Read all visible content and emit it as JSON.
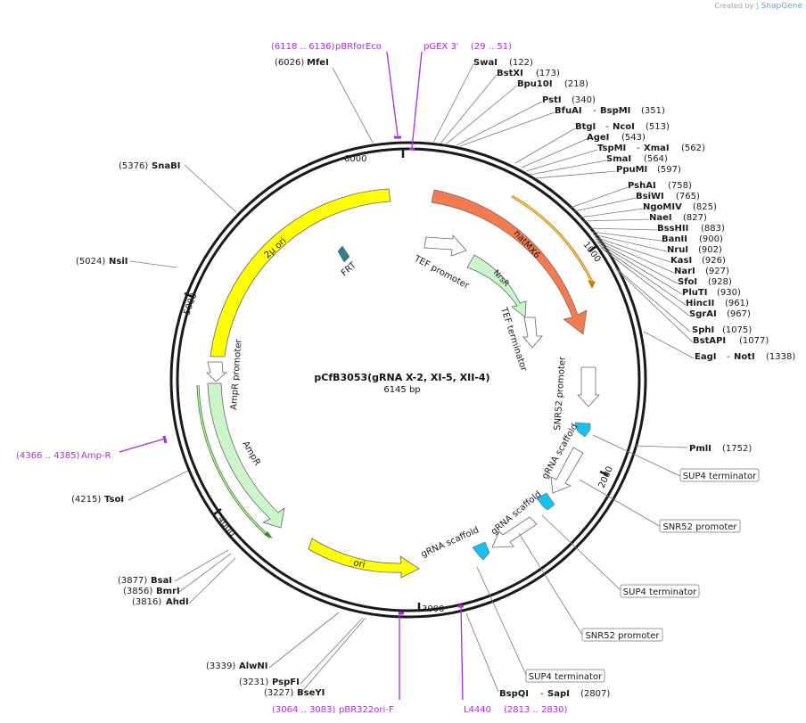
{
  "credit": {
    "prefix": "Created by",
    "brand": "SnapGene"
  },
  "plasmid": {
    "name": "pCfB3053(gRNA X-2, XI-5, XII-4)",
    "length_label": "6145 bp",
    "length": 6145
  },
  "ticks": [
    {
      "pos": 6000,
      "label": "6000"
    },
    {
      "pos": 1000,
      "label": "1000"
    },
    {
      "pos": 2000,
      "label": "2000"
    },
    {
      "pos": 3000,
      "label": "3000"
    },
    {
      "pos": 4000,
      "label": "4000"
    },
    {
      "pos": 5000,
      "label": "5000"
    }
  ],
  "sites": [
    {
      "name": "MfeI",
      "pos": "(6026)"
    },
    {
      "name": "SwaI",
      "pos": "(122)"
    },
    {
      "name": "BstXI",
      "pos": "(173)"
    },
    {
      "name": "Bpu10I",
      "pos": "(218)"
    },
    {
      "name": "PstI",
      "pos": "(340)"
    },
    {
      "name": "BfuAI",
      "name2": "BspMI",
      "pos": "(351)"
    },
    {
      "name": "BtgI",
      "name2": "NcoI",
      "pos": "(513)"
    },
    {
      "name": "AgeI",
      "pos": "(543)"
    },
    {
      "name": "TspMI",
      "name2": "XmaI",
      "pos": "(562)"
    },
    {
      "name": "SmaI",
      "pos": "(564)"
    },
    {
      "name": "PpuMI",
      "pos": "(597)"
    },
    {
      "name": "PshAI",
      "pos": "(758)"
    },
    {
      "name": "BsiWI",
      "pos": "(765)"
    },
    {
      "name": "NgoMIV",
      "pos": "(825)"
    },
    {
      "name": "NaeI",
      "pos": "(827)"
    },
    {
      "name": "BssHII",
      "pos": "(883)"
    },
    {
      "name": "BanII",
      "pos": "(900)"
    },
    {
      "name": "NruI",
      "pos": "(902)"
    },
    {
      "name": "KasI",
      "pos": "(926)"
    },
    {
      "name": "NarI",
      "pos": "(927)"
    },
    {
      "name": "SfoI",
      "pos": "(928)"
    },
    {
      "name": "PluTI",
      "pos": "(930)"
    },
    {
      "name": "HincII",
      "pos": "(961)"
    },
    {
      "name": "SgrAI",
      "pos": "(967)"
    },
    {
      "name": "SphI",
      "pos": "(1075)"
    },
    {
      "name": "BstAPI",
      "pos": "(1077)"
    },
    {
      "name": "EagI",
      "name2": "NotI",
      "pos": "(1338)"
    },
    {
      "name": "PmlI",
      "pos": "(1752)"
    },
    {
      "name": "BspQI",
      "name2": "SapI",
      "pos": "(2807)"
    },
    {
      "name": "BseYI",
      "pos": "(3227)"
    },
    {
      "name": "PspFI",
      "pos": "(3231)"
    },
    {
      "name": "AlwNI",
      "pos": "(3339)"
    },
    {
      "name": "AhdI",
      "pos": "(3816)"
    },
    {
      "name": "BmrI",
      "pos": "(3856)"
    },
    {
      "name": "BsaI",
      "pos": "(3877)"
    },
    {
      "name": "TsoI",
      "pos": "(4215)"
    },
    {
      "name": "NsiI",
      "pos": "(5024)"
    },
    {
      "name": "SnaBI",
      "pos": "(5376)"
    }
  ],
  "primers": [
    {
      "name": "pBRforEco",
      "range": "(6118 .. 6136)"
    },
    {
      "name": "pGEX 3'",
      "range": "(29 .. 51)"
    },
    {
      "name": "Amp-R",
      "range": "(4366 .. 4385)"
    },
    {
      "name": "pBR322ori-F",
      "range": "(3064 .. 3083)"
    },
    {
      "name": "L4440",
      "range": "(2813 .. 2830)"
    }
  ],
  "terminators": [
    {
      "label": "SUP4 terminator"
    },
    {
      "label": "SNR52 promoter"
    },
    {
      "label": "SUP4 terminator"
    },
    {
      "label": "SNR52 promoter"
    },
    {
      "label": "SUP4 terminator"
    }
  ],
  "features": [
    {
      "label": "natMX6"
    },
    {
      "label": "TEF promoter"
    },
    {
      "label": "NrsR"
    },
    {
      "label": "TEF terminator"
    },
    {
      "label": "SNR52 promoter"
    },
    {
      "label": "gRNA scaffold"
    },
    {
      "label": "gRNA scaffold"
    },
    {
      "label": "gRNA scaffold"
    },
    {
      "label": "ori"
    },
    {
      "label": "AmpR"
    },
    {
      "label": "AmpR promoter"
    },
    {
      "label": "2μ ori"
    },
    {
      "label": "FRT"
    }
  ],
  "colors": {
    "natMX6": "#f47a50",
    "NrsR": "#ccf5cc",
    "yellow": "#ffff00",
    "primer": "#a72fd9",
    "gRNA": "#16c0f0",
    "FRT": "#2e7f8c"
  }
}
